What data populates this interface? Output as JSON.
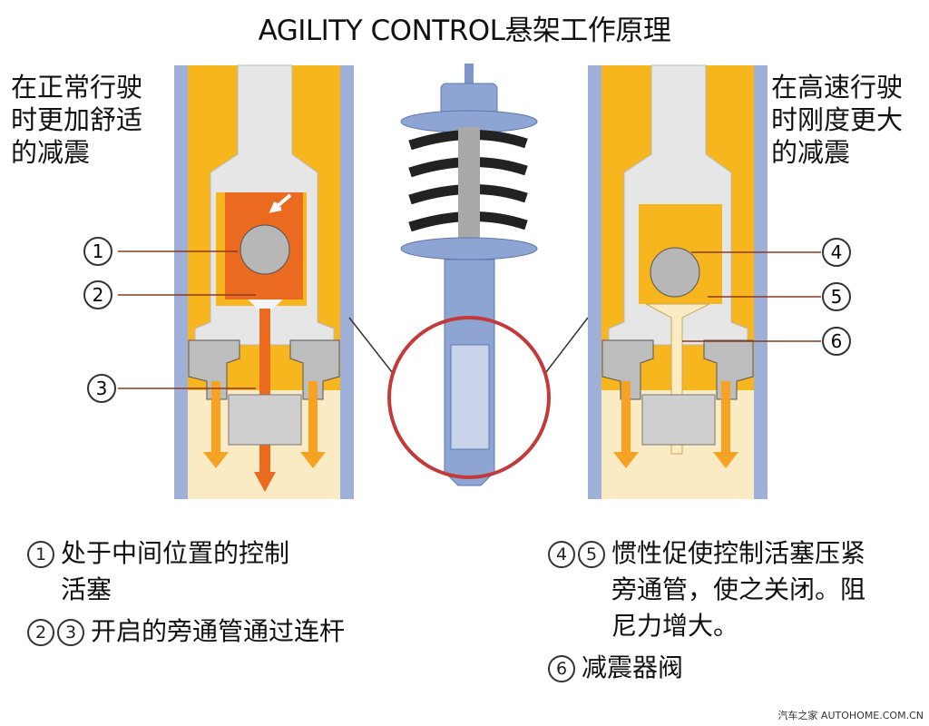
{
  "title": "AGILITY CONTROL悬架工作原理",
  "left_caption": "在正常行驶\n时更加舒适\n的减震",
  "right_caption": "在高速行驶\n时刚度更大\n的减震",
  "callouts": {
    "c1": "1",
    "c2": "2",
    "c3": "3",
    "c4": "4",
    "c5": "5",
    "c6": "6"
  },
  "legend_left": [
    {
      "nums": [
        "1"
      ],
      "text": "处于中间位置的控制\n活塞"
    },
    {
      "nums": [
        "2",
        "3"
      ],
      "text": "开启的旁通管通过连杆"
    }
  ],
  "legend_right": [
    {
      "nums": [
        "4",
        "5"
      ],
      "text": "惯性促使控制活塞压紧\n旁通管，使之关闭。阻\n尼力增大。"
    },
    {
      "nums": [
        "6"
      ],
      "text": "减震器阀"
    }
  ],
  "watermark": "汽车之家 AUTOHOME.COM.CN",
  "colors": {
    "housing_blue": "#9fb0d8",
    "oil_yellow": "#f7b51e",
    "light_oil": "#fbebc4",
    "grey": "#e6e6e6",
    "piston_orange": "#ea6a1f",
    "flow_orange": "#f7a223",
    "zoom_red": "#c23a3a"
  }
}
